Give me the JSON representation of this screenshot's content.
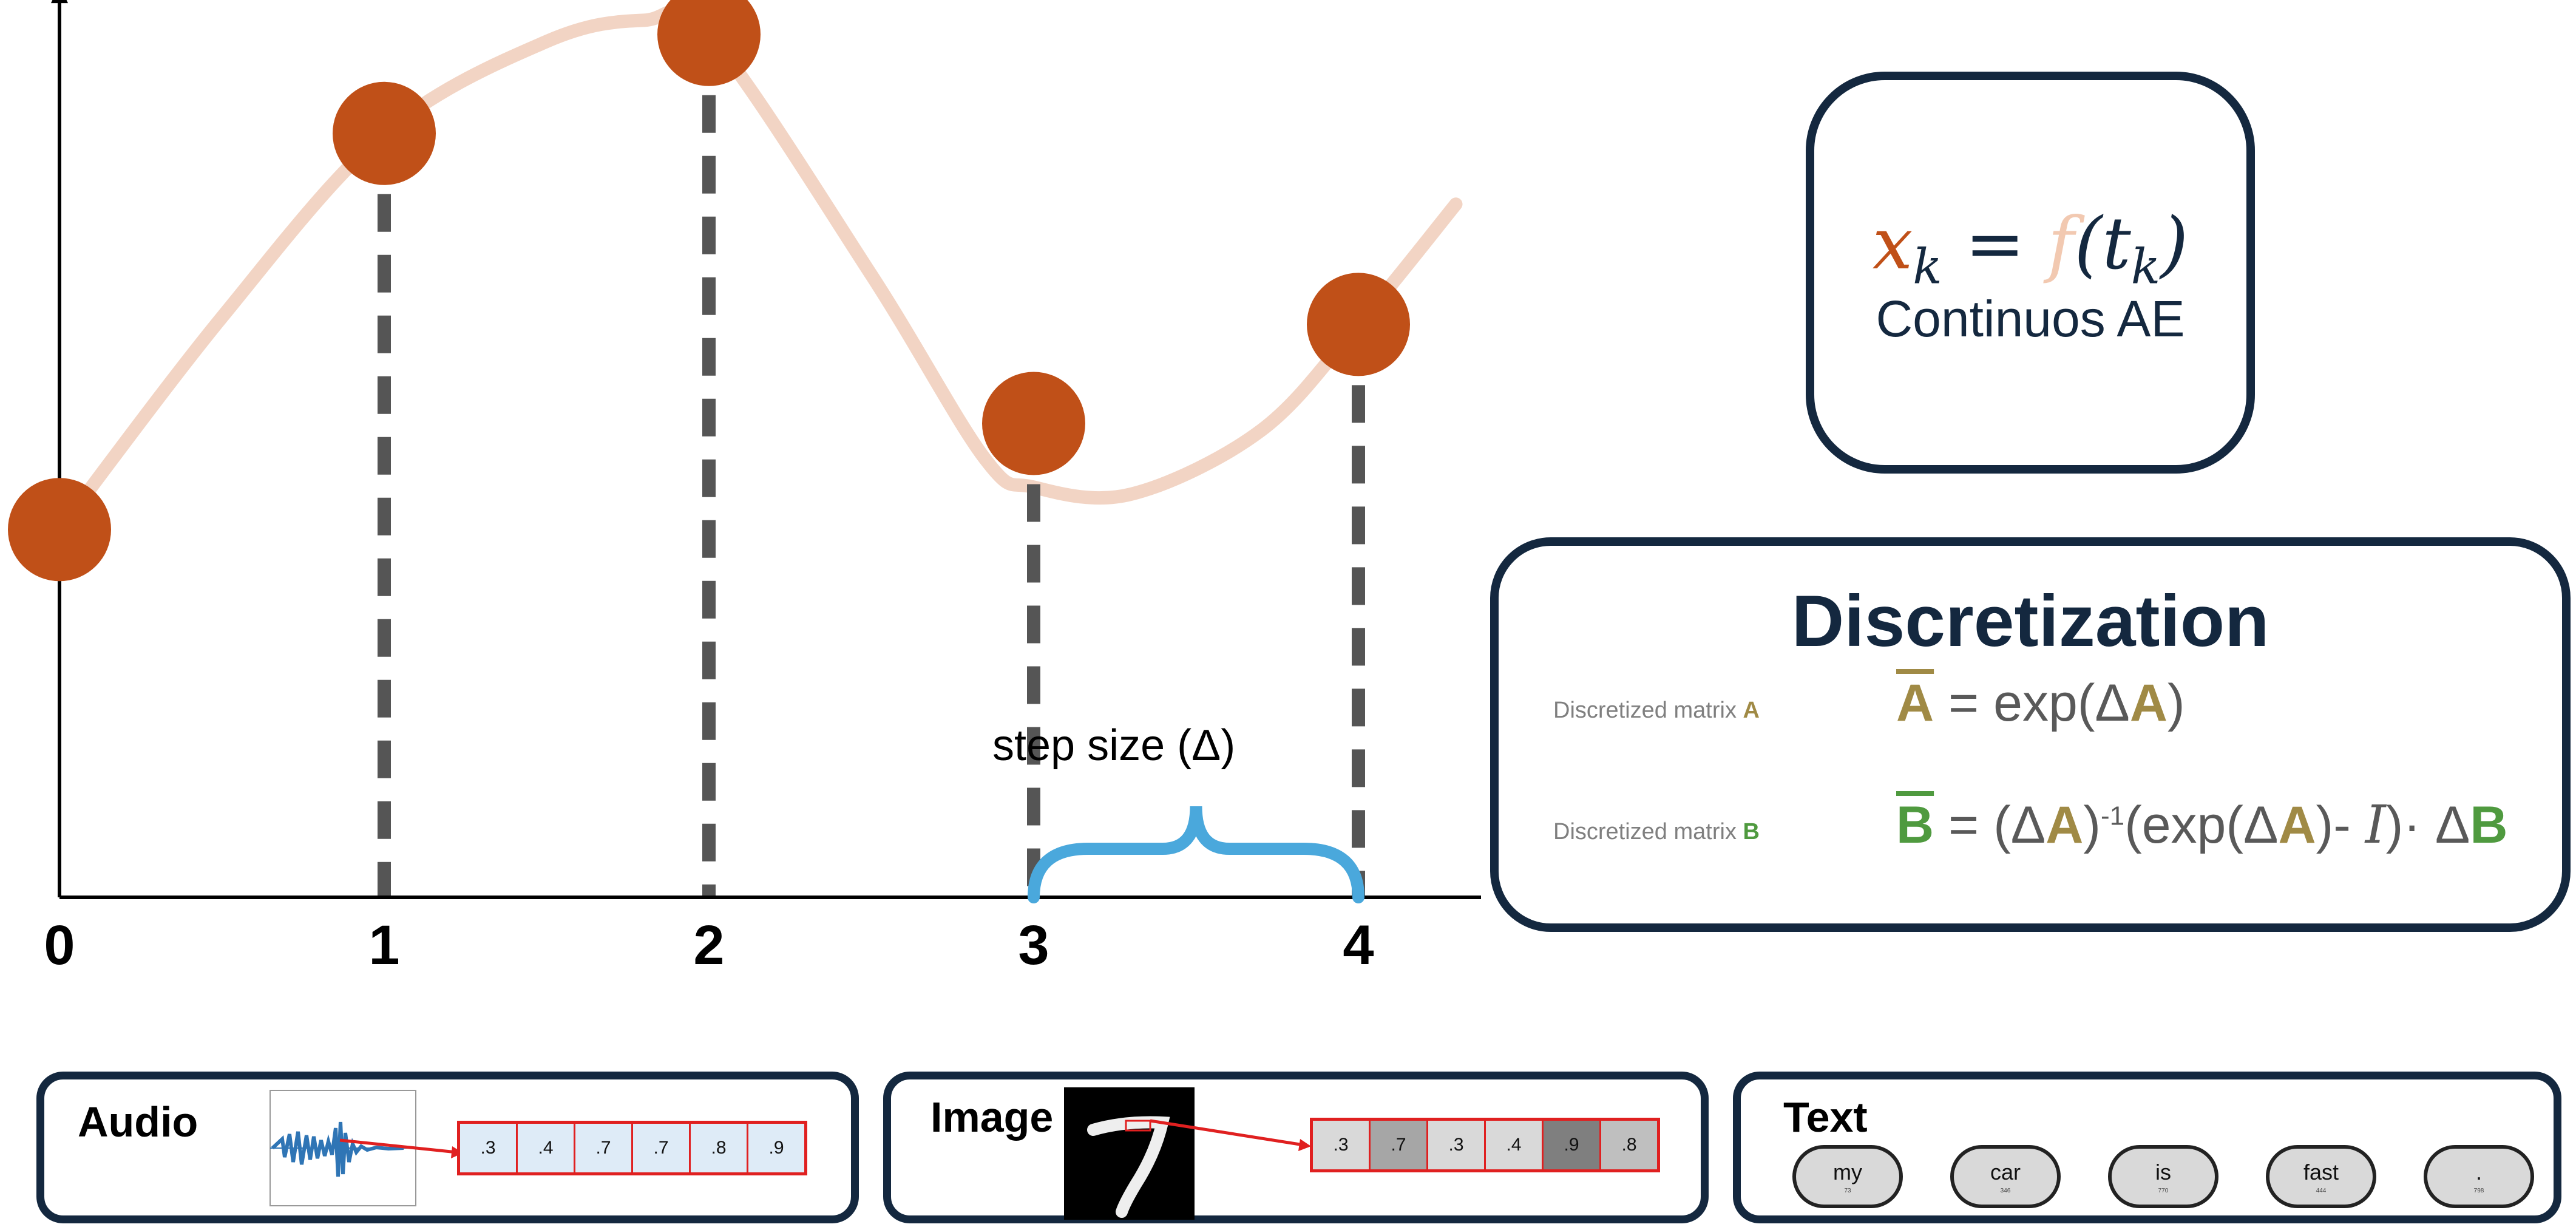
{
  "chart_data": {
    "type": "line",
    "x_ticks": [
      "0",
      "1",
      "2",
      "3",
      "4"
    ],
    "samples": [
      {
        "x": 0,
        "y": 2.6
      },
      {
        "x": 1,
        "y": 5.4
      },
      {
        "x": 2,
        "y": 6.1
      },
      {
        "x": 3,
        "y": 3.35
      },
      {
        "x": 4,
        "y": 4.05
      }
    ],
    "curve": [
      [
        0,
        2.6
      ],
      [
        0.5,
        4.1
      ],
      [
        1,
        5.4
      ],
      [
        1.5,
        6.05
      ],
      [
        1.8,
        6.2
      ],
      [
        2,
        6.1
      ],
      [
        2.5,
        4.4
      ],
      [
        2.85,
        3.1
      ],
      [
        3,
        2.9
      ],
      [
        3.3,
        2.85
      ],
      [
        3.7,
        3.3
      ],
      [
        4,
        4.05
      ],
      [
        4.3,
        4.9
      ]
    ],
    "xlim": [
      0,
      4.4
    ],
    "ylim": [
      0,
      6.3
    ],
    "annotation": "step size (Δ)",
    "colors": {
      "sample": "#c05018",
      "curve": "#f2d4c4",
      "dashed": "#555555",
      "brace": "#4aa8dc",
      "axis": "#000000"
    }
  },
  "continuous": {
    "eq_x": "x",
    "eq_k": "k",
    "eq_equals": " = ",
    "eq_f": "f",
    "eq_t": "(t",
    "eq_close": ")",
    "label": "Continuos AE"
  },
  "discretization": {
    "title": "Discretization",
    "label_a_prefix": "Discretized matrix ",
    "label_a_letter": "A",
    "label_b_prefix": "Discretized matrix ",
    "label_b_letter": "B",
    "fa_lhs": "A",
    "fa_rhs1": " = exp(Δ",
    "fa_rhs2": "A",
    "fa_rhs3": ")",
    "fb_lhs": "B",
    "fb_p1": " = (Δ",
    "fb_p2": "A",
    "fb_p3": ")",
    "fb_sup": "-1",
    "fb_p4": "(exp(Δ",
    "fb_p5": "A",
    "fb_p6": ")- ",
    "fb_i": "I",
    "fb_p7": ")· Δ",
    "fb_p8": "B"
  },
  "audio": {
    "title": "Audio",
    "values": [
      ".3",
      ".4",
      ".7",
      ".7",
      ".8",
      ".9"
    ]
  },
  "image": {
    "title": "Image",
    "values": [
      ".3",
      ".7",
      ".3",
      ".4",
      ".9",
      ".8"
    ],
    "shades": [
      "#d9d9d9",
      "#a6a6a6",
      "#d9d9d9",
      "#d9d9d9",
      "#7f7f7f",
      "#bfbfbf"
    ]
  },
  "text": {
    "title": "Text",
    "tokens": [
      {
        "word": "my",
        "id": "73"
      },
      {
        "word": "car",
        "id": "346"
      },
      {
        "word": "is",
        "id": "770"
      },
      {
        "word": "fast",
        "id": "444"
      },
      {
        "word": ".",
        "id": "798"
      }
    ]
  }
}
